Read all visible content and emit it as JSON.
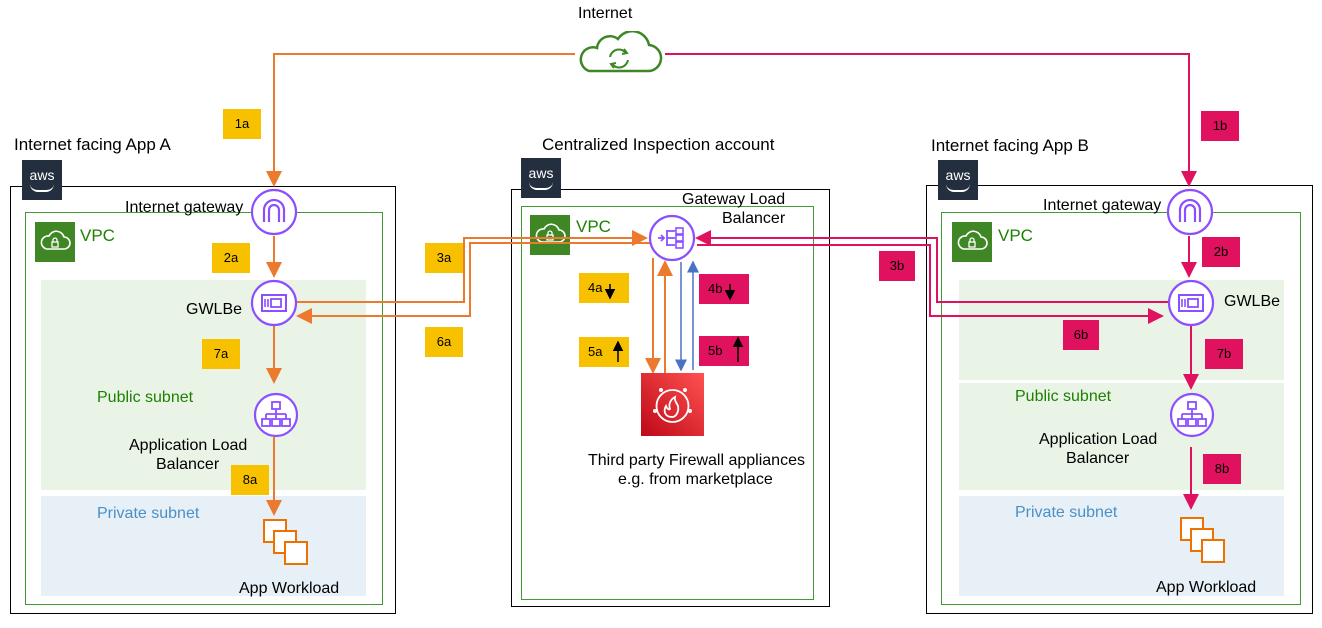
{
  "internet": {
    "label": "Internet"
  },
  "accounts": {
    "a": {
      "title": "Internet facing App A",
      "aws": "aws",
      "vpc": "VPC",
      "igw": "Internet gateway",
      "gwlbe": "GWLBe",
      "public_subnet": "Public subnet",
      "alb_line1": "Application Load",
      "alb_line2": "Balancer",
      "private_subnet": "Private subnet",
      "workload": "App Workload"
    },
    "inspection": {
      "title": "Centralized Inspection account",
      "aws": "aws",
      "vpc": "VPC",
      "gwlb_line1": "Gateway Load",
      "gwlb_line2": "Balancer",
      "fw_line1": "Third party Firewall appliances",
      "fw_line2": "e.g. from marketplace"
    },
    "b": {
      "title": "Internet facing App B",
      "aws": "aws",
      "vpc": "VPC",
      "igw": "Internet gateway",
      "gwlbe": "GWLBe",
      "public_subnet": "Public subnet",
      "alb_line1": "Application Load",
      "alb_line2": "Balancer",
      "private_subnet": "Private subnet",
      "workload": "App Workload"
    }
  },
  "badges": {
    "s1a": "1a",
    "s2a": "2a",
    "s3a": "3a",
    "s4a": "4a",
    "s5a": "5a",
    "s6a": "6a",
    "s7a": "7a",
    "s8a": "8a",
    "s1b": "1b",
    "s2b": "2b",
    "s3b": "3b",
    "s4b": "4b",
    "s5b": "5b",
    "s6b": "6b",
    "s7b": "7b",
    "s8b": "8b"
  },
  "colors": {
    "flow_a": "#ec7a2e",
    "flow_b": "#e0115f",
    "return_blue": "#4a72c4",
    "badge_a": "#f8c100",
    "badge_b": "#e0115f",
    "networking_icon": "#8c4fff",
    "vpc_green": "#3f8624",
    "firewall_red": "#dd344c",
    "compute_orange": "#ed7100"
  },
  "icons": {
    "cloud": "internet-cloud-icon",
    "igw": "internet-gateway-icon",
    "gwlbe": "gwlb-endpoint-icon",
    "gwlb": "gateway-load-balancer-icon",
    "alb": "application-load-balancer-icon",
    "firewall": "firewall-icon",
    "workload": "workload-icon"
  }
}
